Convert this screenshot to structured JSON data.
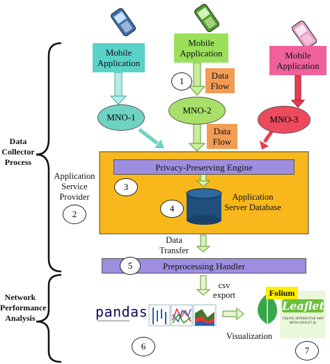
{
  "sections": {
    "data_collector": "Data Collector Process",
    "network_analysis": "Network Performance Analysis"
  },
  "mobile_apps": [
    {
      "label": "Mobile Application",
      "color": "#5ad2c8"
    },
    {
      "label": "Mobile Application",
      "color": "#9ae05a"
    },
    {
      "label": "Mobile Application",
      "color": "#f0609a"
    }
  ],
  "mnos": [
    {
      "label": "MNO-1",
      "color": "#6fd3c3"
    },
    {
      "label": "MNO-2",
      "color": "#a9e06a"
    },
    {
      "label": "MNO-3",
      "color": "#ee4a5e"
    }
  ],
  "data_flow_labels": [
    "Data Flow",
    "Data Flow"
  ],
  "service_provider": "Application Service Provider",
  "engine": "Privacy-Preserving Engine",
  "database": "Application Server Database",
  "data_transfer": "Data Transfer",
  "preprocessing": "Preprocessing Handler",
  "csv_export": "csv export",
  "visualization": "Visualization",
  "pandas_logo": "pandas",
  "folium_label": "Folium",
  "leaflet_logo": "Leaflet",
  "leaflet_caption": "CREATE INTERACTIVE MAP WITH LEAFLET JS",
  "steps": [
    "1",
    "2",
    "3",
    "4",
    "5",
    "6",
    "7"
  ],
  "colors": {
    "platform": "#f8b81c",
    "purple_bar": "#9e8ee0",
    "db": "#1f4f7a",
    "arrow_green": "#a8e06a",
    "flow_orange": "#f39c55"
  }
}
